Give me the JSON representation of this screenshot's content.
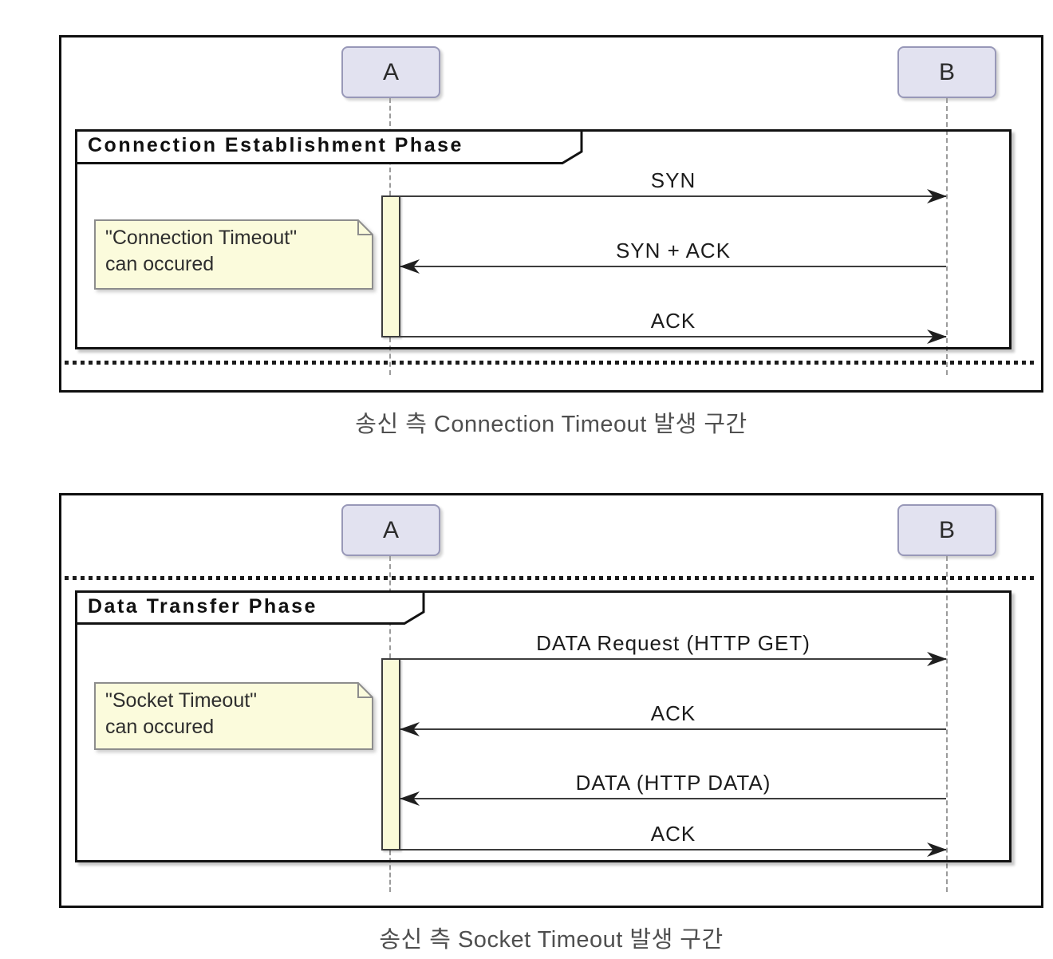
{
  "page": {
    "background": "#ffffff"
  },
  "colors": {
    "actor_fill": "#e2e2f0",
    "actor_border": "#9898b8",
    "frame_border": "#121212",
    "note_fill": "#fbfbdc",
    "note_border": "#8d8d8d",
    "activation_fill": "#fafad8",
    "message_line": "#3d3d3d",
    "lifeline": "#9b9b9b",
    "caption_text": "#4f4f4f"
  },
  "diagrams": [
    {
      "name": "connection-establishment-sequence",
      "actors": {
        "left": "A",
        "right": "B"
      },
      "frame_title": "Connection Establishment Phase",
      "note": {
        "line1": "\"Connection Timeout\"",
        "line2": "can occured"
      },
      "messages": [
        {
          "label": "SYN",
          "direction": "right"
        },
        {
          "label": "SYN + ACK",
          "direction": "left"
        },
        {
          "label": "ACK",
          "direction": "right"
        }
      ],
      "caption": "송신 측 Connection Timeout 발생 구간"
    },
    {
      "name": "data-transfer-sequence",
      "actors": {
        "left": "A",
        "right": "B"
      },
      "frame_title": "Data Transfer Phase",
      "note": {
        "line1": "\"Socket Timeout\"",
        "line2": "can occured"
      },
      "messages": [
        {
          "label": "DATA Request (HTTP GET)",
          "direction": "right"
        },
        {
          "label": "ACK",
          "direction": "left"
        },
        {
          "label": "DATA (HTTP DATA)",
          "direction": "left"
        },
        {
          "label": "ACK",
          "direction": "right"
        }
      ],
      "caption": "송신 측 Socket Timeout 발생 구간"
    }
  ]
}
